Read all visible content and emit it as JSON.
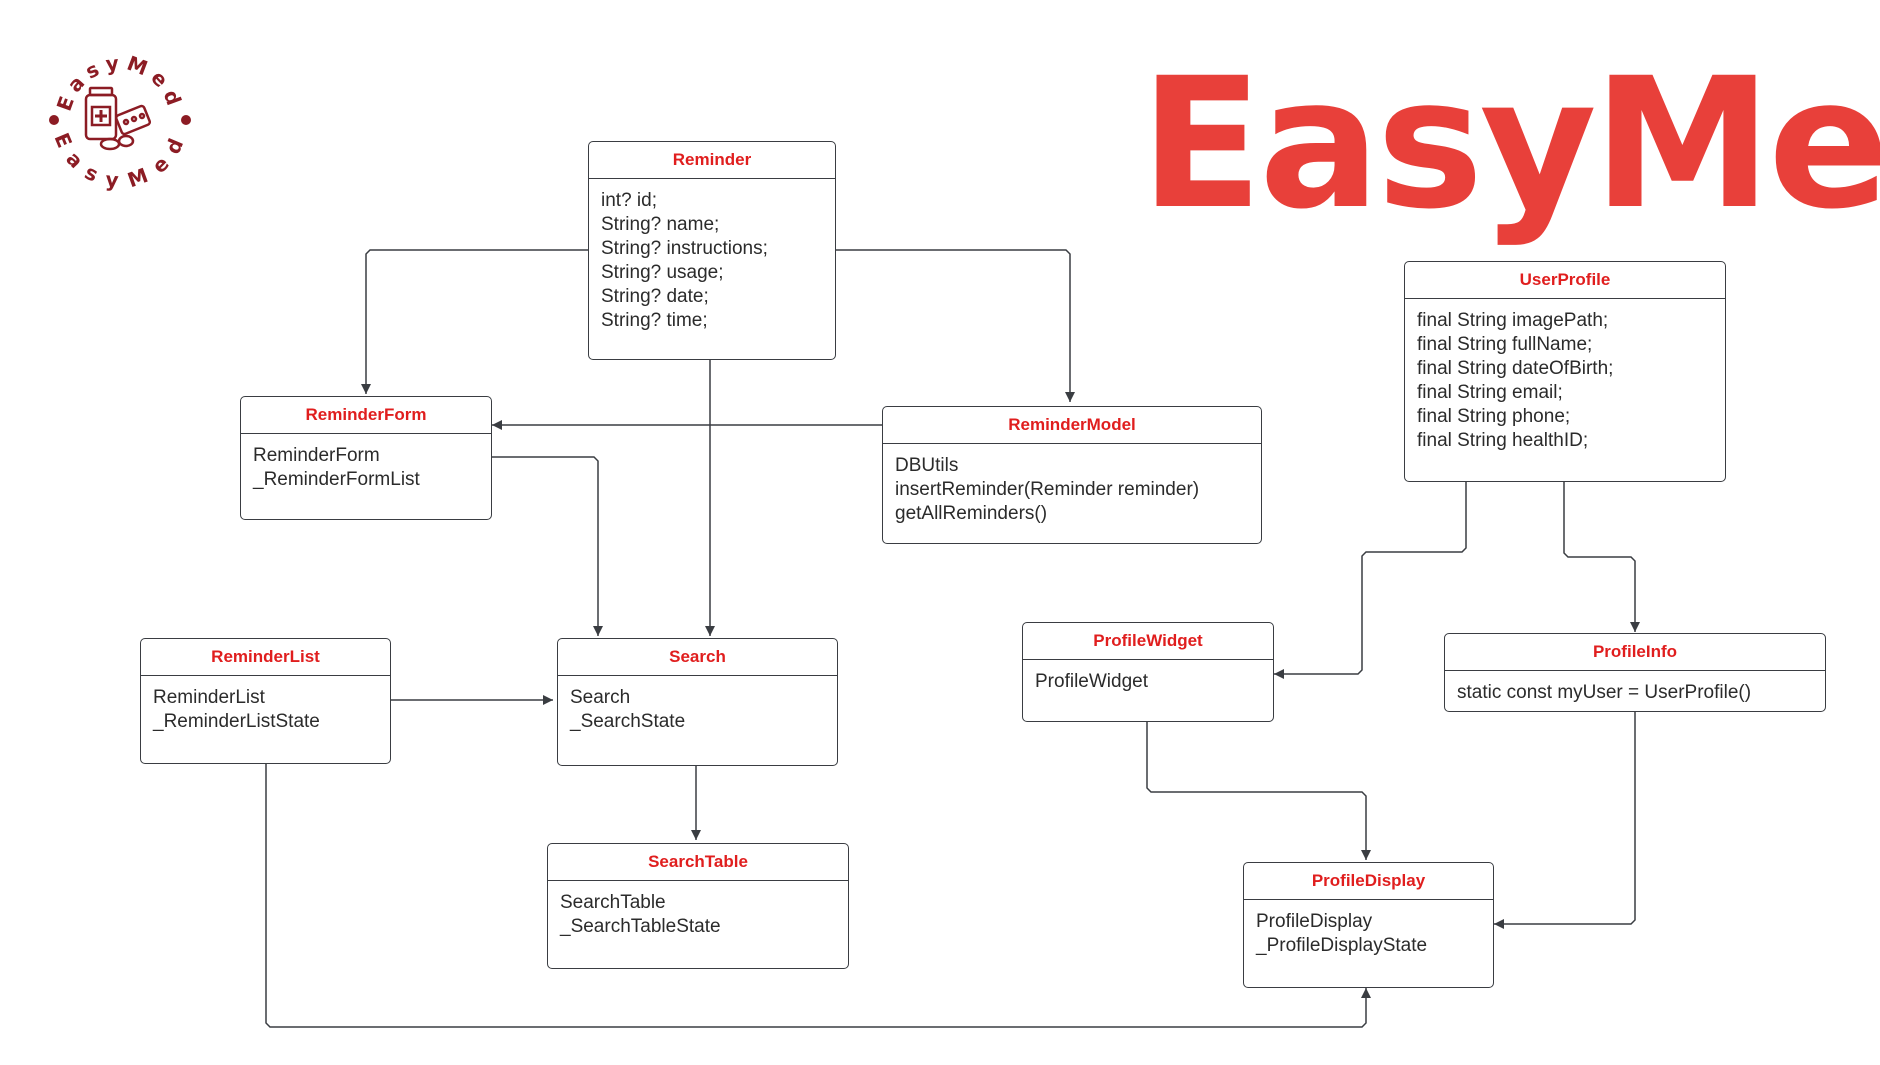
{
  "brand": {
    "title": "EasyMed",
    "logo_text": "EasyMed"
  },
  "colors": {
    "title_red": "#e01e1e",
    "brand_red": "#e8403a",
    "logo_maroon": "#8c1c24",
    "stroke": "#3a3d42"
  },
  "classes": {
    "reminder": {
      "name": "Reminder",
      "lines": [
        "int? id;",
        "String? name;",
        "String? instructions;",
        "String? usage;",
        "String? date;",
        "String? time;"
      ]
    },
    "reminder_form": {
      "name": "ReminderForm",
      "lines": [
        "ReminderForm",
        "_ReminderFormList"
      ]
    },
    "reminder_model": {
      "name": "ReminderModel",
      "lines": [
        "DBUtils",
        "insertReminder(Reminder reminder)",
        "getAllReminders()"
      ]
    },
    "reminder_list": {
      "name": "ReminderList",
      "lines": [
        "ReminderList",
        "_ReminderListState"
      ]
    },
    "search": {
      "name": "Search",
      "lines": [
        "Search",
        "_SearchState"
      ]
    },
    "search_table": {
      "name": "SearchTable",
      "lines": [
        "SearchTable",
        "_SearchTableState"
      ]
    },
    "user_profile": {
      "name": "UserProfile",
      "lines": [
        "final String imagePath;",
        "final String fullName;",
        "final String dateOfBirth;",
        "final String email;",
        "final String phone;",
        "final String healthID;"
      ]
    },
    "profile_widget": {
      "name": "ProfileWidget",
      "lines": [
        "ProfileWidget"
      ]
    },
    "profile_info": {
      "name": "ProfileInfo",
      "lines": [
        "static const myUser = UserProfile()"
      ]
    },
    "profile_display": {
      "name": "ProfileDisplay",
      "lines": [
        "ProfileDisplay",
        "_ProfileDisplayState"
      ]
    }
  }
}
